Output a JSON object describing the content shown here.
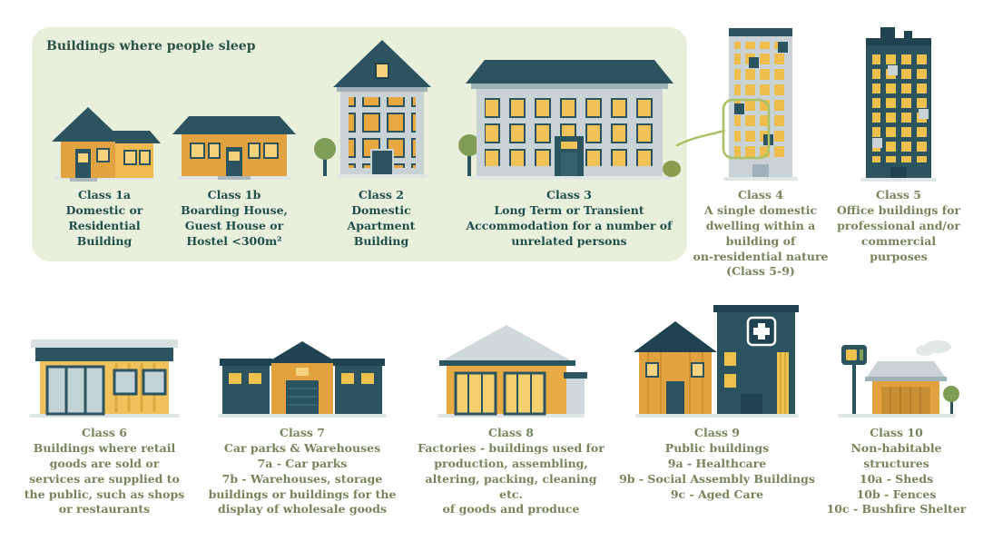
{
  "panel": {
    "title": "Buildings where people sleep"
  },
  "classes": [
    {
      "key": "1a",
      "group": "sleep",
      "label": "Class 1a\nDomestic or\nResidential\nBuilding"
    },
    {
      "key": "1b",
      "group": "sleep",
      "label": "Class 1b\nBoarding House,\nGuest House or\nHostel <300m²"
    },
    {
      "key": "2",
      "group": "sleep",
      "label": "Class 2\nDomestic\nApartment\nBuilding"
    },
    {
      "key": "3",
      "group": "sleep",
      "label": "Class 3\nLong Term or Transient\nAccommodation for a number of\nunrelated persons"
    },
    {
      "key": "4",
      "group": "other",
      "label": "Class 4\nA single domestic\ndwelling within a\nbuilding of\non-residential nature\n(Class 5-9)"
    },
    {
      "key": "5",
      "group": "other",
      "label": "Class 5\nOffice buildings for\nprofessional and/or\ncommercial purposes"
    },
    {
      "key": "6",
      "group": "other",
      "label": "Class 6\nBuildings where retail\ngoods are sold or\nservices are supplied to\nthe public, such as shops\nor restaurants"
    },
    {
      "key": "7",
      "group": "other",
      "label": "Class 7\nCar parks & Warehouses\n7a - Car parks\n7b - Warehouses, storage\nbuildings or buildings for the\ndisplay of wholesale goods"
    },
    {
      "key": "8",
      "group": "other",
      "label": "Class 8\nFactories - buildings used for\nproduction, assembling,\naltering, packing, cleaning etc.\nof goods and produce"
    },
    {
      "key": "9",
      "group": "other",
      "label": "Class 9\nPublic buildings\n9a - Healthcare\n9b - Social Assembly Buildings\n9c - Aged Care"
    },
    {
      "key": "10",
      "group": "other",
      "label": "Class 10\nNon-habitable structures\n10a - Sheds\n10b - Fences\n10c - Bushfire Shelter"
    }
  ],
  "colors": {
    "panel_bg": "#e8f0dc",
    "heading_text": "#2a5344",
    "sleep_label_text": "#1d4f48",
    "other_label_text": "#75845b",
    "roof_teal": "#2b5360",
    "wall_orange": "#e2a23f",
    "window_yellow": "#eec14f",
    "wall_gray": "#c9d2d5",
    "foliage_green": "#7f9d55",
    "annotation_green": "#aac266"
  }
}
